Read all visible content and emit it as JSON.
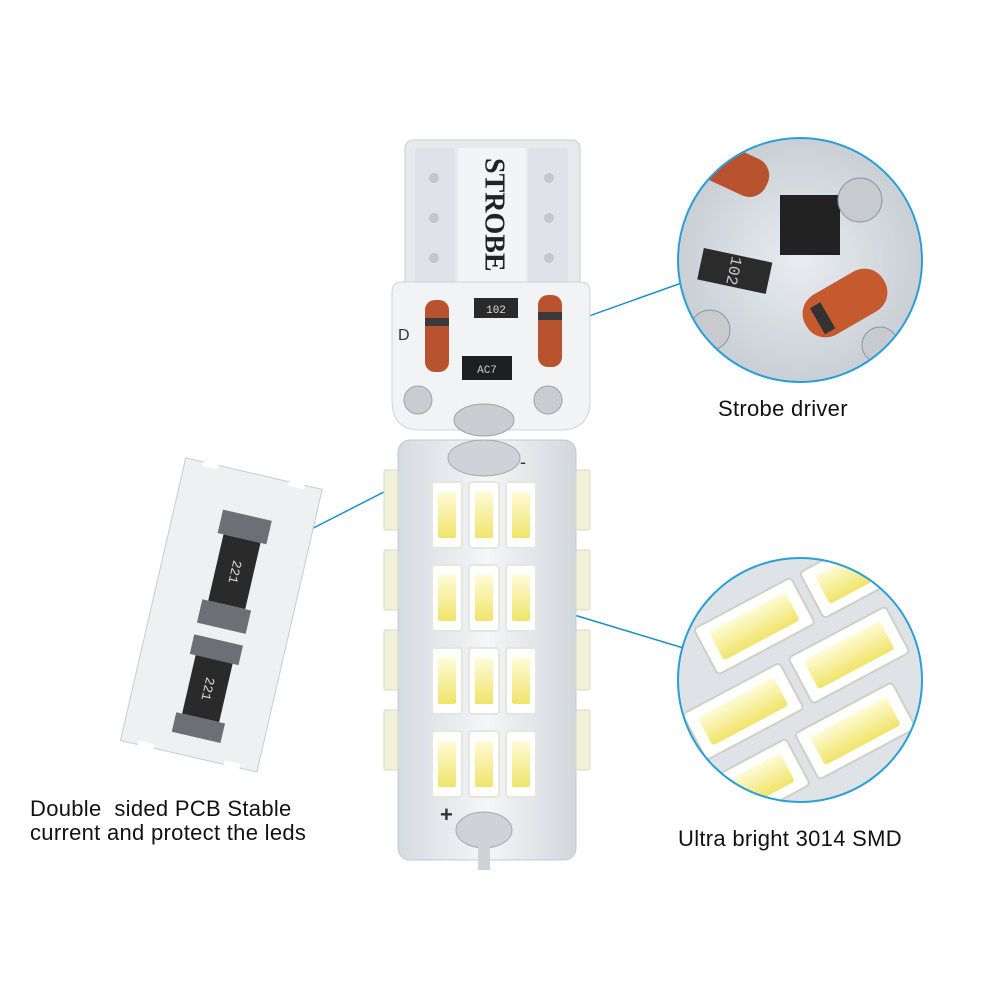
{
  "captions": {
    "strobe_driver": "Strobe driver",
    "pcb_line1": "Double  sided PCB Stable",
    "pcb_line2": "current and protect the leds",
    "smd": "Ultra bright 3014 SMD"
  },
  "bulb": {
    "label": "STROBE",
    "resistor_code": "102",
    "driver_code": "AC7",
    "polarity_d": "D",
    "polarity_plus": "+",
    "polarity_minus": "-"
  },
  "pcb_strip": {
    "resistor_codes": [
      "221",
      "221"
    ]
  },
  "zoom_driver": {
    "resistor_code": "102"
  },
  "colors": {
    "callout_line": "#1a8fc8",
    "circle_border": "#2a9fd6",
    "pcb": "#f2f4f6",
    "led_yellow": "#f4ec7e",
    "led_white": "#ffffff"
  }
}
